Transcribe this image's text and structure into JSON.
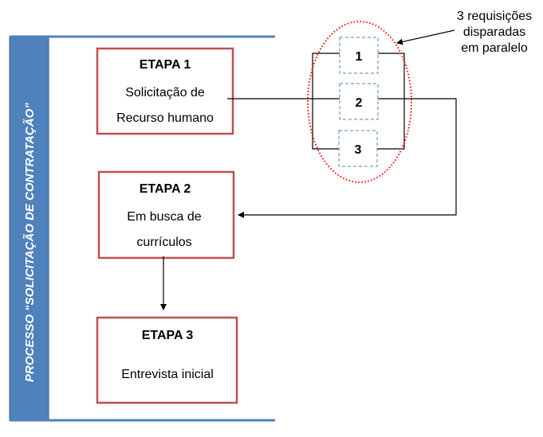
{
  "process_label": "PROCESSO  “SOLICITAÇÃO DE CONTRATAÇÃO”",
  "stages": [
    {
      "title": "ETAPA 1",
      "lines": [
        "Solicitação de",
        "Recurso humano"
      ]
    },
    {
      "title": "ETAPA  2",
      "lines": [
        "Em busca de",
        "currículos"
      ]
    },
    {
      "title": "ETAPA  3",
      "lines": [
        "Entrevista  inicial"
      ]
    }
  ],
  "requests": [
    "1",
    "2",
    "3"
  ],
  "annotation": [
    "3 requisições",
    "disparadas",
    "em paralelo"
  ],
  "colors": {
    "sidebar": "#4f81bd",
    "stage_border": "#c0504d",
    "ellipse": "#ff0000",
    "request_border": "#4f81bd"
  }
}
